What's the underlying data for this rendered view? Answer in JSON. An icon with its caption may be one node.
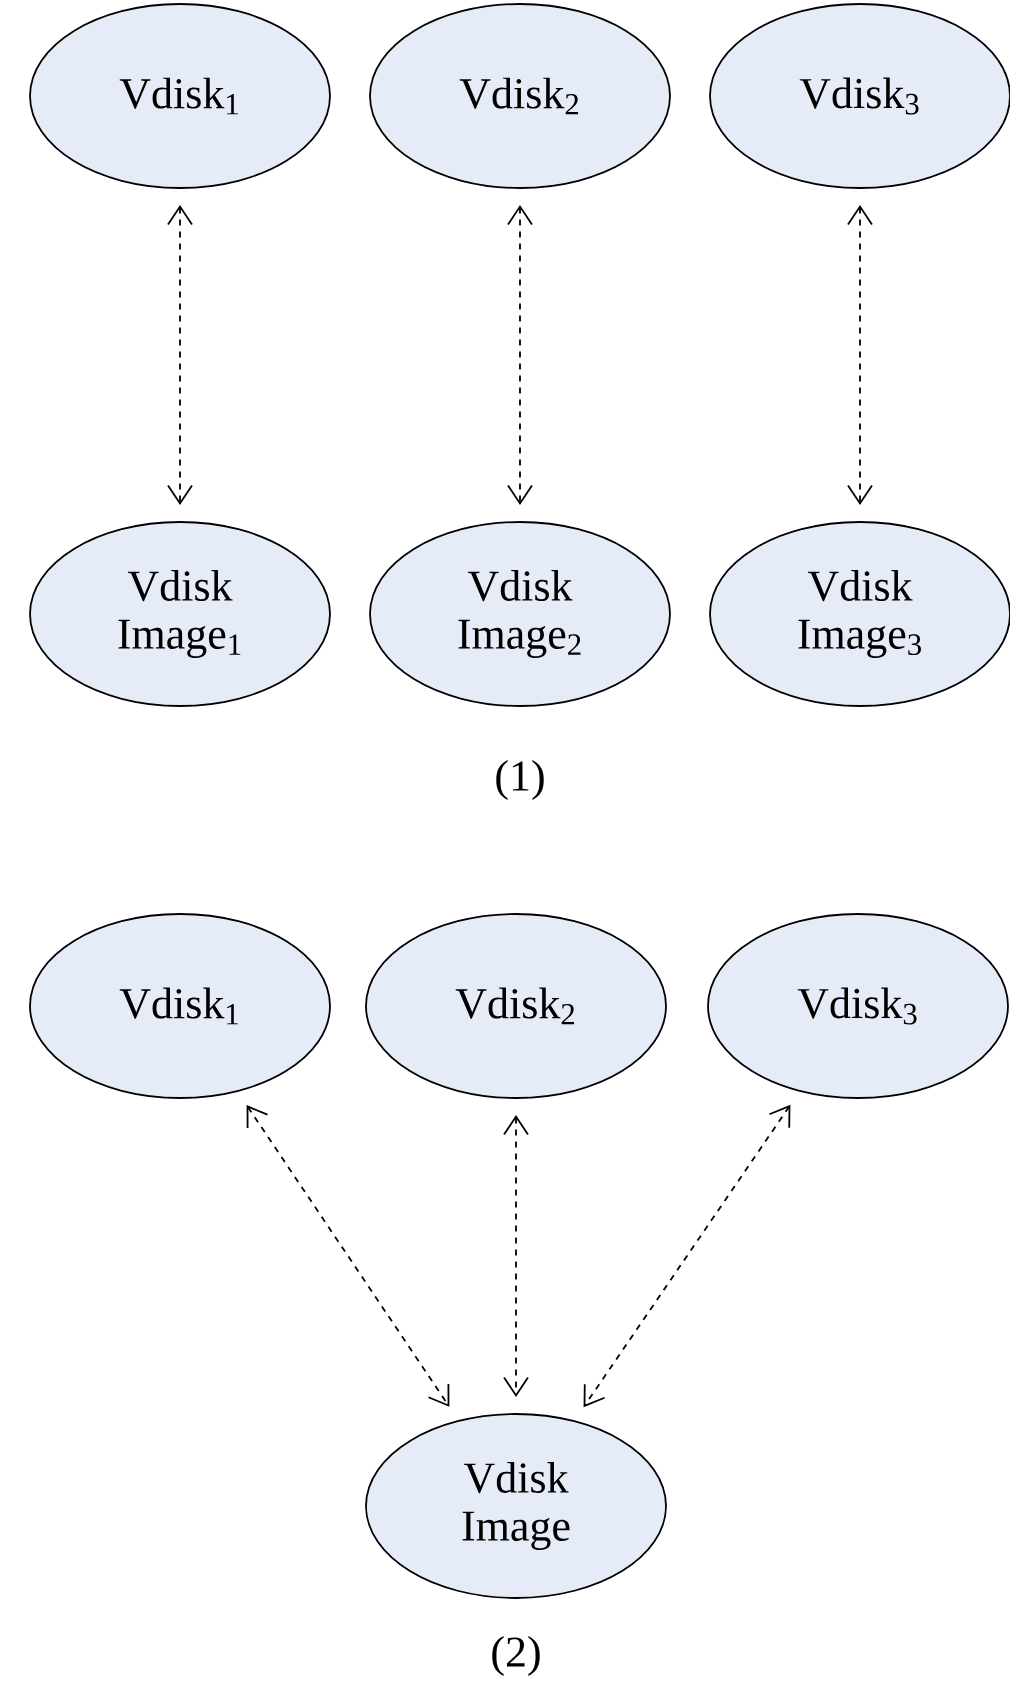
{
  "diagram": {
    "nodes": [
      {
        "text": [
          "Vdisk$_{1}$"
        ]
      },
      {
        "text": [
          "Vdisk$_{2}$"
        ]
      },
      {
        "text": [
          "Vdisk$_{3}$"
        ]
      },
      {
        "text": [
          "Vdisk Image$_{1}$"
        ]
      },
      {
        "text": [
          "Vdisk Image$_{2}$"
        ]
      },
      {
        "text": [
          "Vdisk Image$_{3}$"
        ]
      },
      {
        "text": [
          "Vdisk$_{1}$"
        ]
      },
      {
        "text": [
          "Vdisk$_{2}$"
        ]
      },
      {
        "text": [
          "Vdisk$_{3}$"
        ]
      },
      {
        "text": [
          "Vdisk Image"
        ]
      }
    ],
    "edges": [
      {
        "from": 0,
        "to": 3,
        "arrow": "both",
        "style": "dashed"
      },
      {
        "from": 1,
        "to": 4,
        "arrow": "both",
        "style": "dashed"
      },
      {
        "from": 2,
        "to": 5,
        "arrow": "both",
        "style": "dashed"
      },
      {
        "from": 6,
        "to": 9,
        "arrow": "both",
        "style": "dashed"
      },
      {
        "from": 7,
        "to": 9,
        "arrow": "both",
        "style": "dashed"
      },
      {
        "from": 8,
        "to": 9,
        "arrow": "both",
        "style": "dashed"
      }
    ],
    "labels": [
      "(1)",
      "(2)"
    ]
  }
}
